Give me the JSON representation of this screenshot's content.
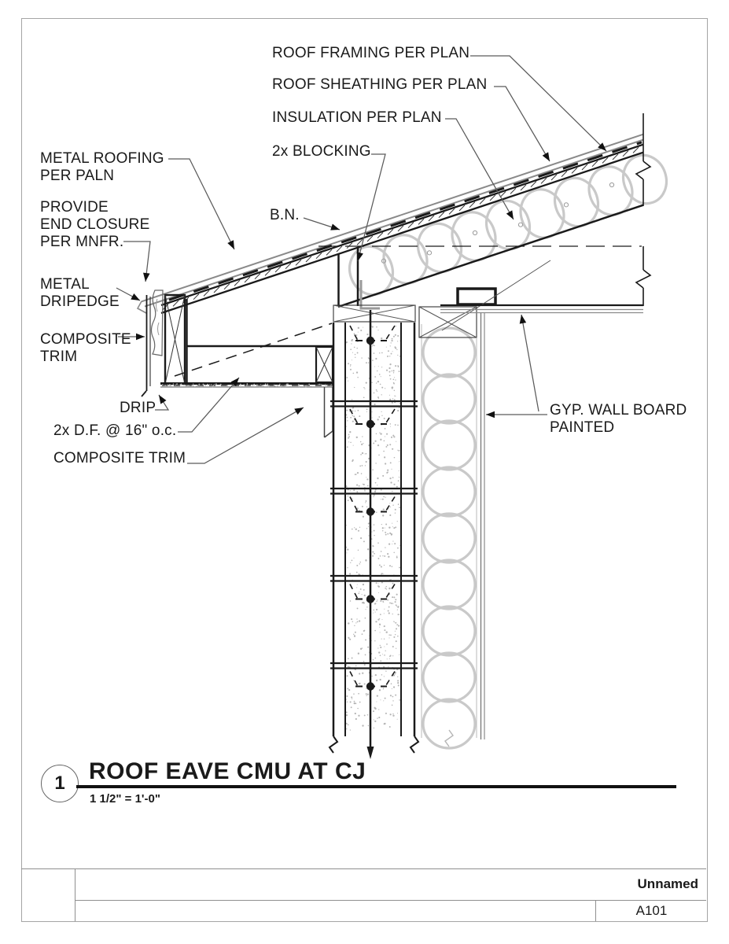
{
  "sheet": {
    "name": "Unnamed",
    "number": "A101"
  },
  "view_title": {
    "detail_number": "1",
    "title": "ROOF EAVE CMU AT CJ",
    "scale": "1 1/2\" = 1'-0\""
  },
  "labels": {
    "roof_framing": "ROOF FRAMING PER PLAN",
    "roof_sheathing": "ROOF SHEATHING PER PLAN",
    "insulation": "INSULATION PER PLAN",
    "blocking": "2x BLOCKING",
    "bn": "B.N.",
    "metal_roofing": "METAL ROOFING\nPER PALN",
    "end_closure": "PROVIDE\nEND CLOSURE\nPER MNFR.",
    "dripedge": "METAL\nDRIPEDGE",
    "composite_trim_upper": "COMPOSITE\nTRIM",
    "drip": "DRIP",
    "df_spacing": "2x D.F. @ 16\" o.c.",
    "composite_trim_lower": "COMPOSITE TRIM",
    "gyp": "GYP. WALL BOARD\nPAINTED"
  },
  "colors": {
    "line": "#1a1a1a",
    "thin": "#444444",
    "leader": "#5a5a5a",
    "arrow": "#111111",
    "insulation": "#c9c9c9",
    "metal": "#8a8a8a",
    "stipple": "#b5b5b5",
    "gray_detail": "#9a9a9a"
  }
}
